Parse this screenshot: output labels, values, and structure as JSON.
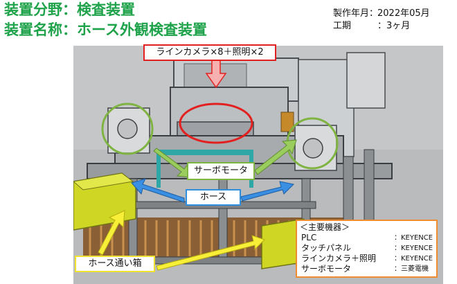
{
  "header": {
    "title_line1": "装置分野：検査装置",
    "title_line2": "装置名称：ホース外観検査装置",
    "meta": [
      {
        "key": "製作年月：",
        "value": "2022年05月"
      },
      {
        "key": "工期",
        "value": "：3ヶ月"
      }
    ]
  },
  "labels": {
    "camera": "ラインカメラ×8＋照明×2",
    "servo": "サーボモータ",
    "hose": "ホース",
    "hose_box": "ホース通い箱"
  },
  "equipment": {
    "title": "＜主要機器＞",
    "items": [
      {
        "name": "PLC",
        "vendor": "：KEYENCE"
      },
      {
        "name": "タッチパネル",
        "vendor": "：KEYENCE"
      },
      {
        "name": "ラインカメラ＋照明",
        "vendor": "：KEYENCE"
      },
      {
        "name": "サーボモータ",
        "vendor": "：三菱電機"
      }
    ]
  },
  "colors": {
    "title_green": "#1ea24a",
    "camera_red": "#e32020",
    "servo_green": "#7fb342",
    "hose_blue": "#2e8fe0",
    "box_yellow": "#f2e230",
    "equip_orange": "#f08c30"
  },
  "icons": {
    "camera_arrow": "arrow-down-icon",
    "servo_arrows": "arrow-icon",
    "hose_arrows": "arrow-icon",
    "box_arrows": "arrow-icon"
  }
}
